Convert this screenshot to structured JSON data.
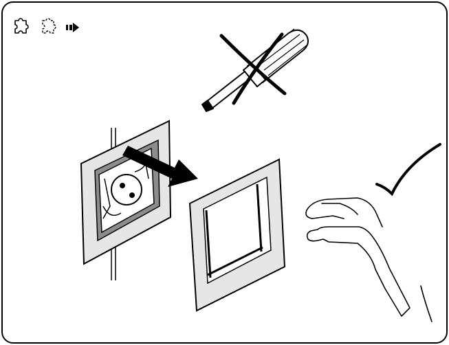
{
  "figure": {
    "kind": "instruction-illustration",
    "line_color": "#000000",
    "fill_color": "#ffffff",
    "frame_fill": "#e6e6e6",
    "shadow_fill": "#8c8c8c"
  },
  "header_icons": [
    "puzzle-piece-icon",
    "puzzle-piece-outline-icon",
    "arrow-right-icon"
  ],
  "steps": [
    {
      "name": "screwdriver",
      "status": "not-allowed",
      "mark": "cross-mark"
    },
    {
      "name": "remove-frame-by-hand",
      "status": "allowed",
      "mark": "check-mark"
    }
  ]
}
